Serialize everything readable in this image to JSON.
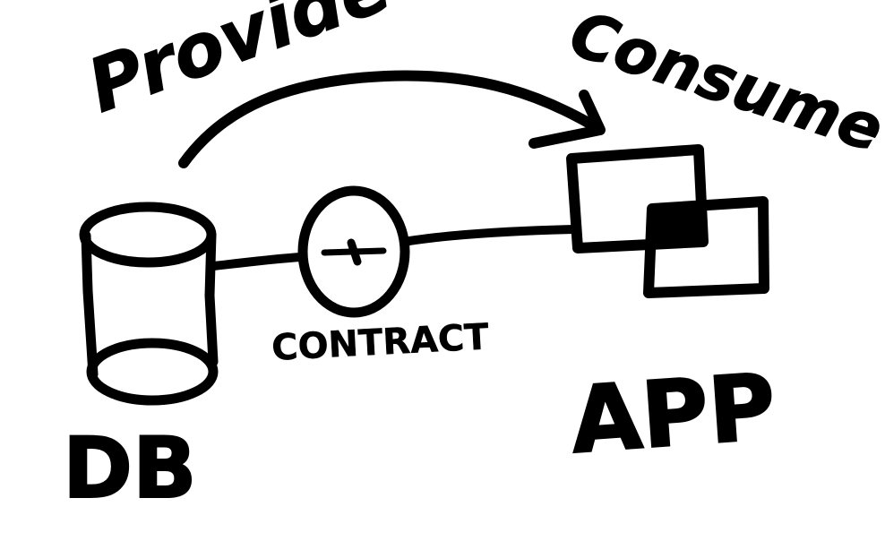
{
  "colors": {
    "ink": "#000000",
    "background": "#ffffff"
  },
  "labels": {
    "provide": "Provide",
    "consume": "Consume",
    "contract": "CONTRACT",
    "db": "DB",
    "app": "APP"
  },
  "nodes": {
    "database": "database-cylinder-icon",
    "contract": "contract-circle-icon",
    "app": "app-windows-icon"
  },
  "edges": [
    {
      "from": "database",
      "to": "contract",
      "style": "line"
    },
    {
      "from": "contract",
      "to": "app",
      "style": "line"
    },
    {
      "from": "provide",
      "to": "consume",
      "style": "curved-arrow"
    }
  ]
}
